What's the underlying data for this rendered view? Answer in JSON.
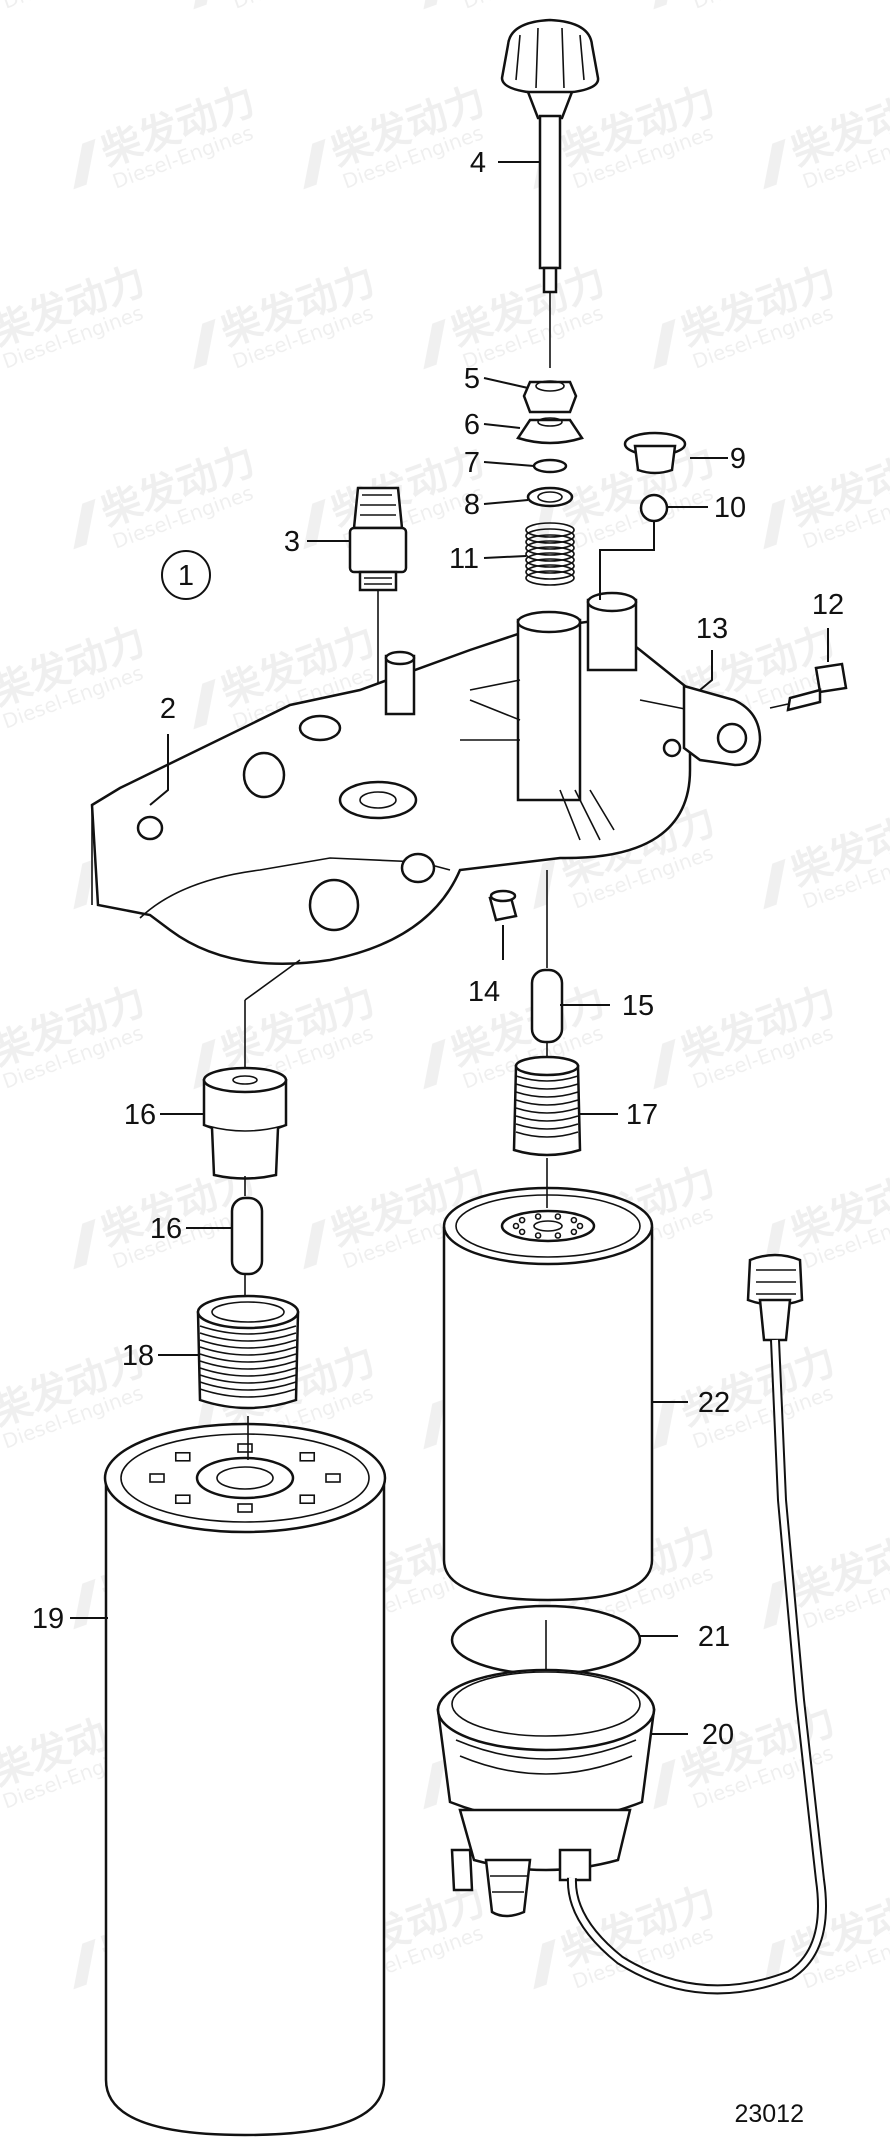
{
  "diagram": {
    "callouts": [
      "1",
      "2",
      "3",
      "4",
      "5",
      "6",
      "7",
      "8",
      "9",
      "10",
      "11",
      "12",
      "13",
      "14",
      "15",
      "16",
      "16",
      "17",
      "18",
      "19",
      "20",
      "21",
      "22"
    ],
    "drawing_number": "23012",
    "watermark": {
      "cn": "柴发动力",
      "en": "Diesel-Engines"
    }
  }
}
